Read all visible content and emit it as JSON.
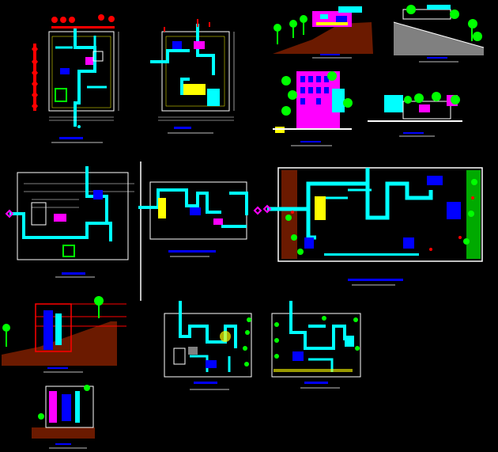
{
  "drawing": {
    "type": "CAD architectural sheet",
    "background": "#000000",
    "colors": {
      "cyan": "#00ffff",
      "white": "#ffffff",
      "yellow": "#ffff00",
      "red": "#ff0000",
      "magenta": "#ff00ff",
      "green": "#00ff00",
      "blue": "#0000ff",
      "brown": "#6b1a00",
      "gray": "#808080"
    },
    "views": [
      "floor-plan-1",
      "floor-plan-2",
      "elevation-hillside-1",
      "elevation-hillside-2",
      "elevation-front",
      "elevation-side",
      "plan-left-large",
      "plan-middle",
      "site-plan",
      "section-hillside",
      "section-small",
      "plan-lower-1",
      "plan-lower-2"
    ]
  }
}
